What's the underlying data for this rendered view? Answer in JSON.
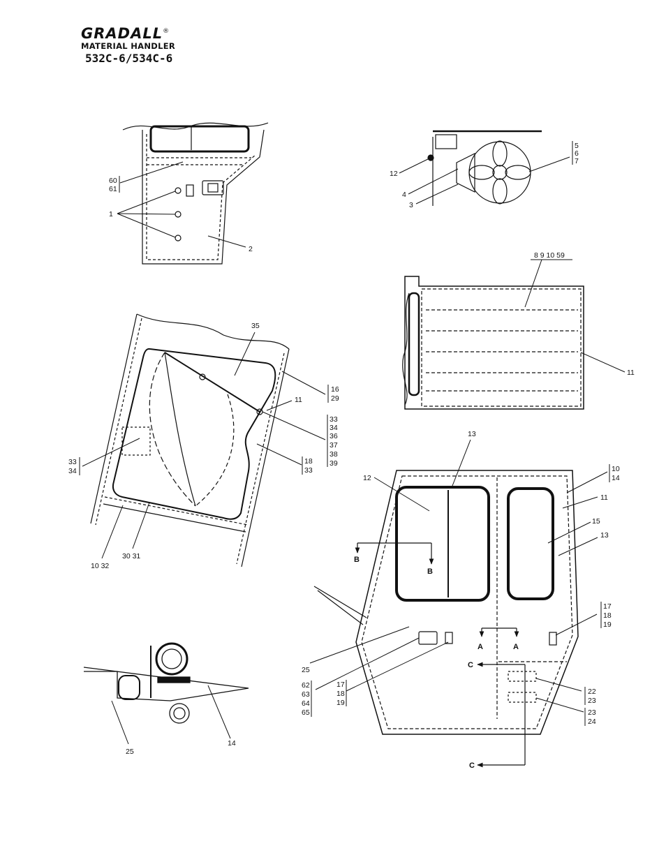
{
  "header": {
    "brand": "GRADALL",
    "registered": "®",
    "subtitle": "MATERIAL HANDLER",
    "model": "532C-6/534C-6"
  },
  "callouts": {
    "v1": [
      "60",
      "61",
      "1",
      "2"
    ],
    "v2": [
      "12",
      "4",
      "3",
      "5",
      "6",
      "7"
    ],
    "v3": [
      "8 9 10 59",
      "11"
    ],
    "v4": [
      "35",
      "16",
      "29",
      "11",
      "33",
      "34",
      "36",
      "37",
      "38",
      "39",
      "18",
      "33",
      "33",
      "34",
      "10 32",
      "30 31"
    ],
    "v5": [
      "13",
      "12",
      "10",
      "14",
      "11",
      "15",
      "13",
      "17",
      "18",
      "19",
      "25",
      "62",
      "63",
      "64",
      "65",
      "17",
      "18",
      "19",
      "22",
      "23",
      "23",
      "24"
    ],
    "v6": [
      "25",
      "14"
    ],
    "sections": [
      "B",
      "B",
      "A",
      "A",
      "C",
      "C"
    ]
  }
}
